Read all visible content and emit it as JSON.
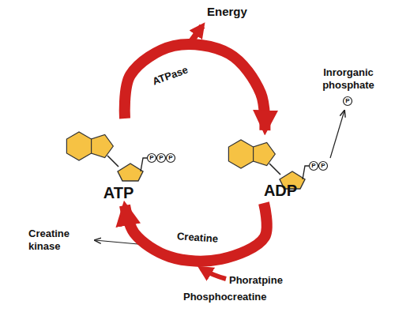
{
  "diagram": {
    "nodes": [
      {
        "text": [
          "ATP"
        ]
      },
      {
        "text": [
          "ADP"
        ]
      }
    ],
    "edges": [
      {
        "from": 0,
        "to": 1,
        "arrow": "to",
        "label": "ATPase"
      },
      {
        "from": 1,
        "to": 0,
        "arrow": "to",
        "label": "Creatine"
      }
    ],
    "labels": [
      "Energy",
      "Inrorganic phosphate",
      "P",
      "P",
      "P",
      "P",
      "P",
      "P",
      "Creatine kinase",
      "Phoratpine",
      "Phosphocreatine"
    ]
  }
}
